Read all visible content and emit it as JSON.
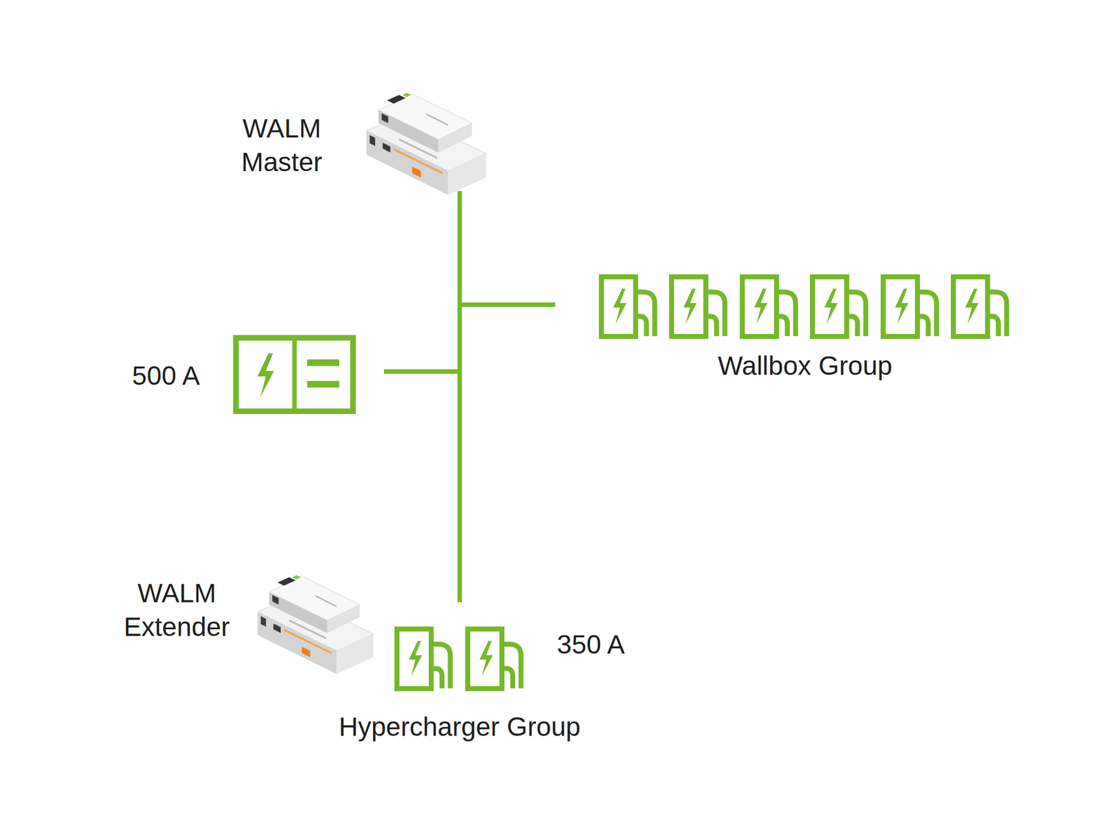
{
  "diagram": {
    "nodes": [
      {
        "text": [
          "WALM Master"
        ]
      },
      {
        "text": [
          "500 A"
        ]
      },
      {
        "text": [
          "Wallbox Group"
        ]
      },
      {
        "text": [
          "WALM Extender"
        ]
      },
      {
        "text": [
          "350 A",
          "Hypercharger Group"
        ]
      }
    ],
    "edges": [
      {
        "from": 0,
        "to": 2,
        "arrow": "none"
      },
      {
        "from": 0,
        "to": 1,
        "arrow": "none"
      },
      {
        "from": 0,
        "to": 4,
        "arrow": "none"
      }
    ]
  }
}
